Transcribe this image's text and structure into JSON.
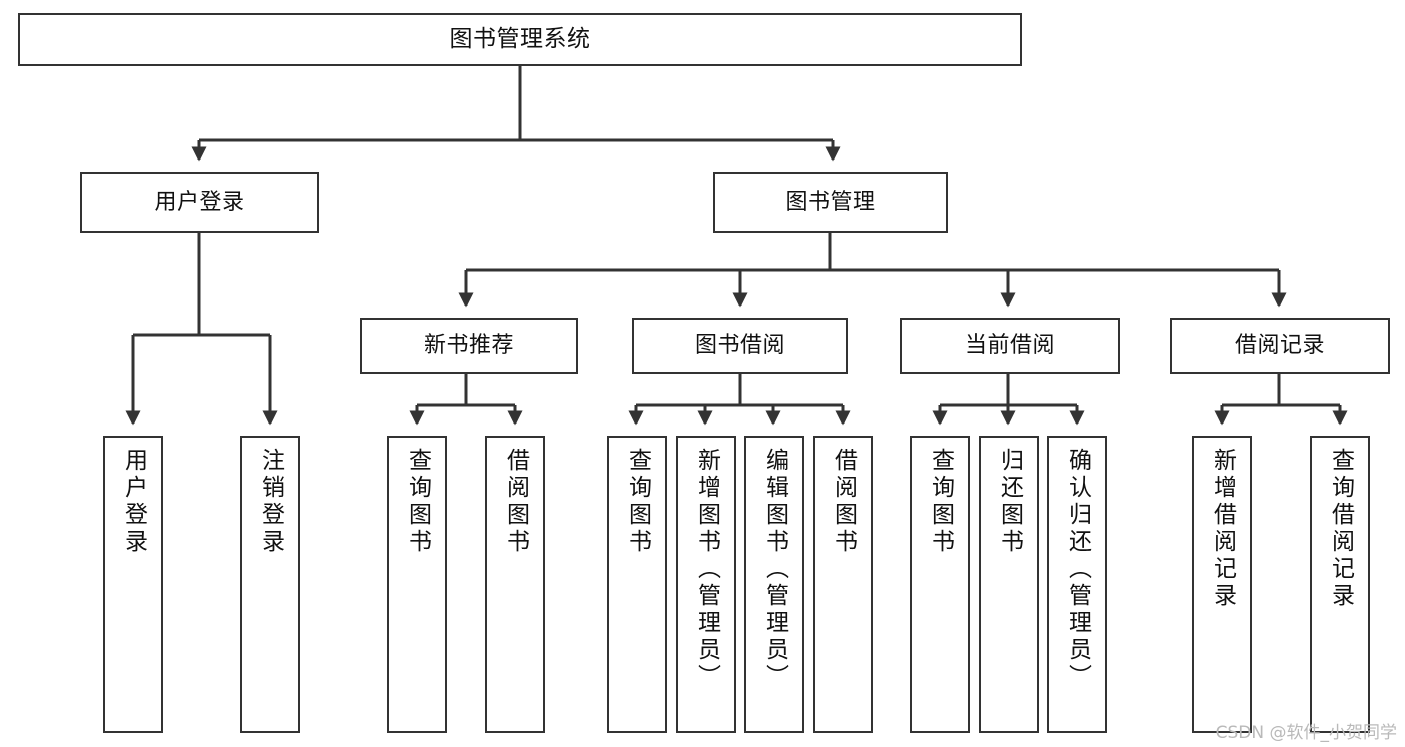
{
  "diagram": {
    "title": "图书管理系统",
    "type": "tree",
    "watermark": "CSDN @软件_小贺同学",
    "style": {
      "box_fill": "#ffffff",
      "box_stroke": "#333333",
      "edge_color": "#333333",
      "text_color": "#111111",
      "background": "#ffffff",
      "watermark_color": "#b9b9b9"
    },
    "nodes": {
      "root": {
        "label": "图书管理系统",
        "level": 1
      },
      "l2": [
        {
          "label": "用户登录",
          "level": 2
        },
        {
          "label": "图书管理",
          "level": 2
        }
      ],
      "l3": [
        {
          "label": "新书推荐",
          "level": 3,
          "parent": "图书管理"
        },
        {
          "label": "图书借阅",
          "level": 3,
          "parent": "图书管理"
        },
        {
          "label": "当前借阅",
          "level": 3,
          "parent": "图书管理"
        },
        {
          "label": "借阅记录",
          "level": 3,
          "parent": "图书管理"
        }
      ],
      "leaves": [
        {
          "label": "用户登录",
          "parent": "用户登录"
        },
        {
          "label": "注销登录",
          "parent": "用户登录"
        },
        {
          "label": "查询图书",
          "parent": "新书推荐"
        },
        {
          "label": "借阅图书",
          "parent": "新书推荐"
        },
        {
          "label": "查询图书",
          "parent": "图书借阅"
        },
        {
          "label": "新增图书（管理员）",
          "parent": "图书借阅"
        },
        {
          "label": "编辑图书（管理员）",
          "parent": "图书借阅"
        },
        {
          "label": "借阅图书",
          "parent": "图书借阅"
        },
        {
          "label": "查询图书",
          "parent": "当前借阅"
        },
        {
          "label": "归还图书",
          "parent": "当前借阅"
        },
        {
          "label": "确认归还（管理员）",
          "parent": "当前借阅"
        },
        {
          "label": "新增借阅记录",
          "parent": "借阅记录"
        },
        {
          "label": "查询借阅记录",
          "parent": "借阅记录"
        }
      ]
    }
  }
}
